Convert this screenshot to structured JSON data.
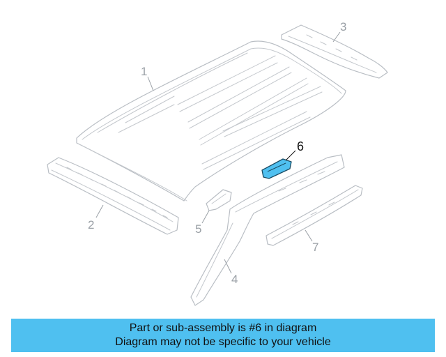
{
  "diagram": {
    "callouts": [
      {
        "id": "1",
        "label": "1",
        "highlighted": false
      },
      {
        "id": "2",
        "label": "2",
        "highlighted": false
      },
      {
        "id": "3",
        "label": "3",
        "highlighted": false
      },
      {
        "id": "4",
        "label": "4",
        "highlighted": false
      },
      {
        "id": "5",
        "label": "5",
        "highlighted": false
      },
      {
        "id": "6",
        "label": "6",
        "highlighted": true
      },
      {
        "id": "7",
        "label": "7",
        "highlighted": false
      }
    ],
    "highlight_color": "#4fc0f0",
    "line_color": "#b9bec4"
  },
  "banner": {
    "line1": "Part or sub-assembly is #6 in diagram",
    "line2": "Diagram may not be specific to your vehicle",
    "background": "#4fc0f0"
  }
}
